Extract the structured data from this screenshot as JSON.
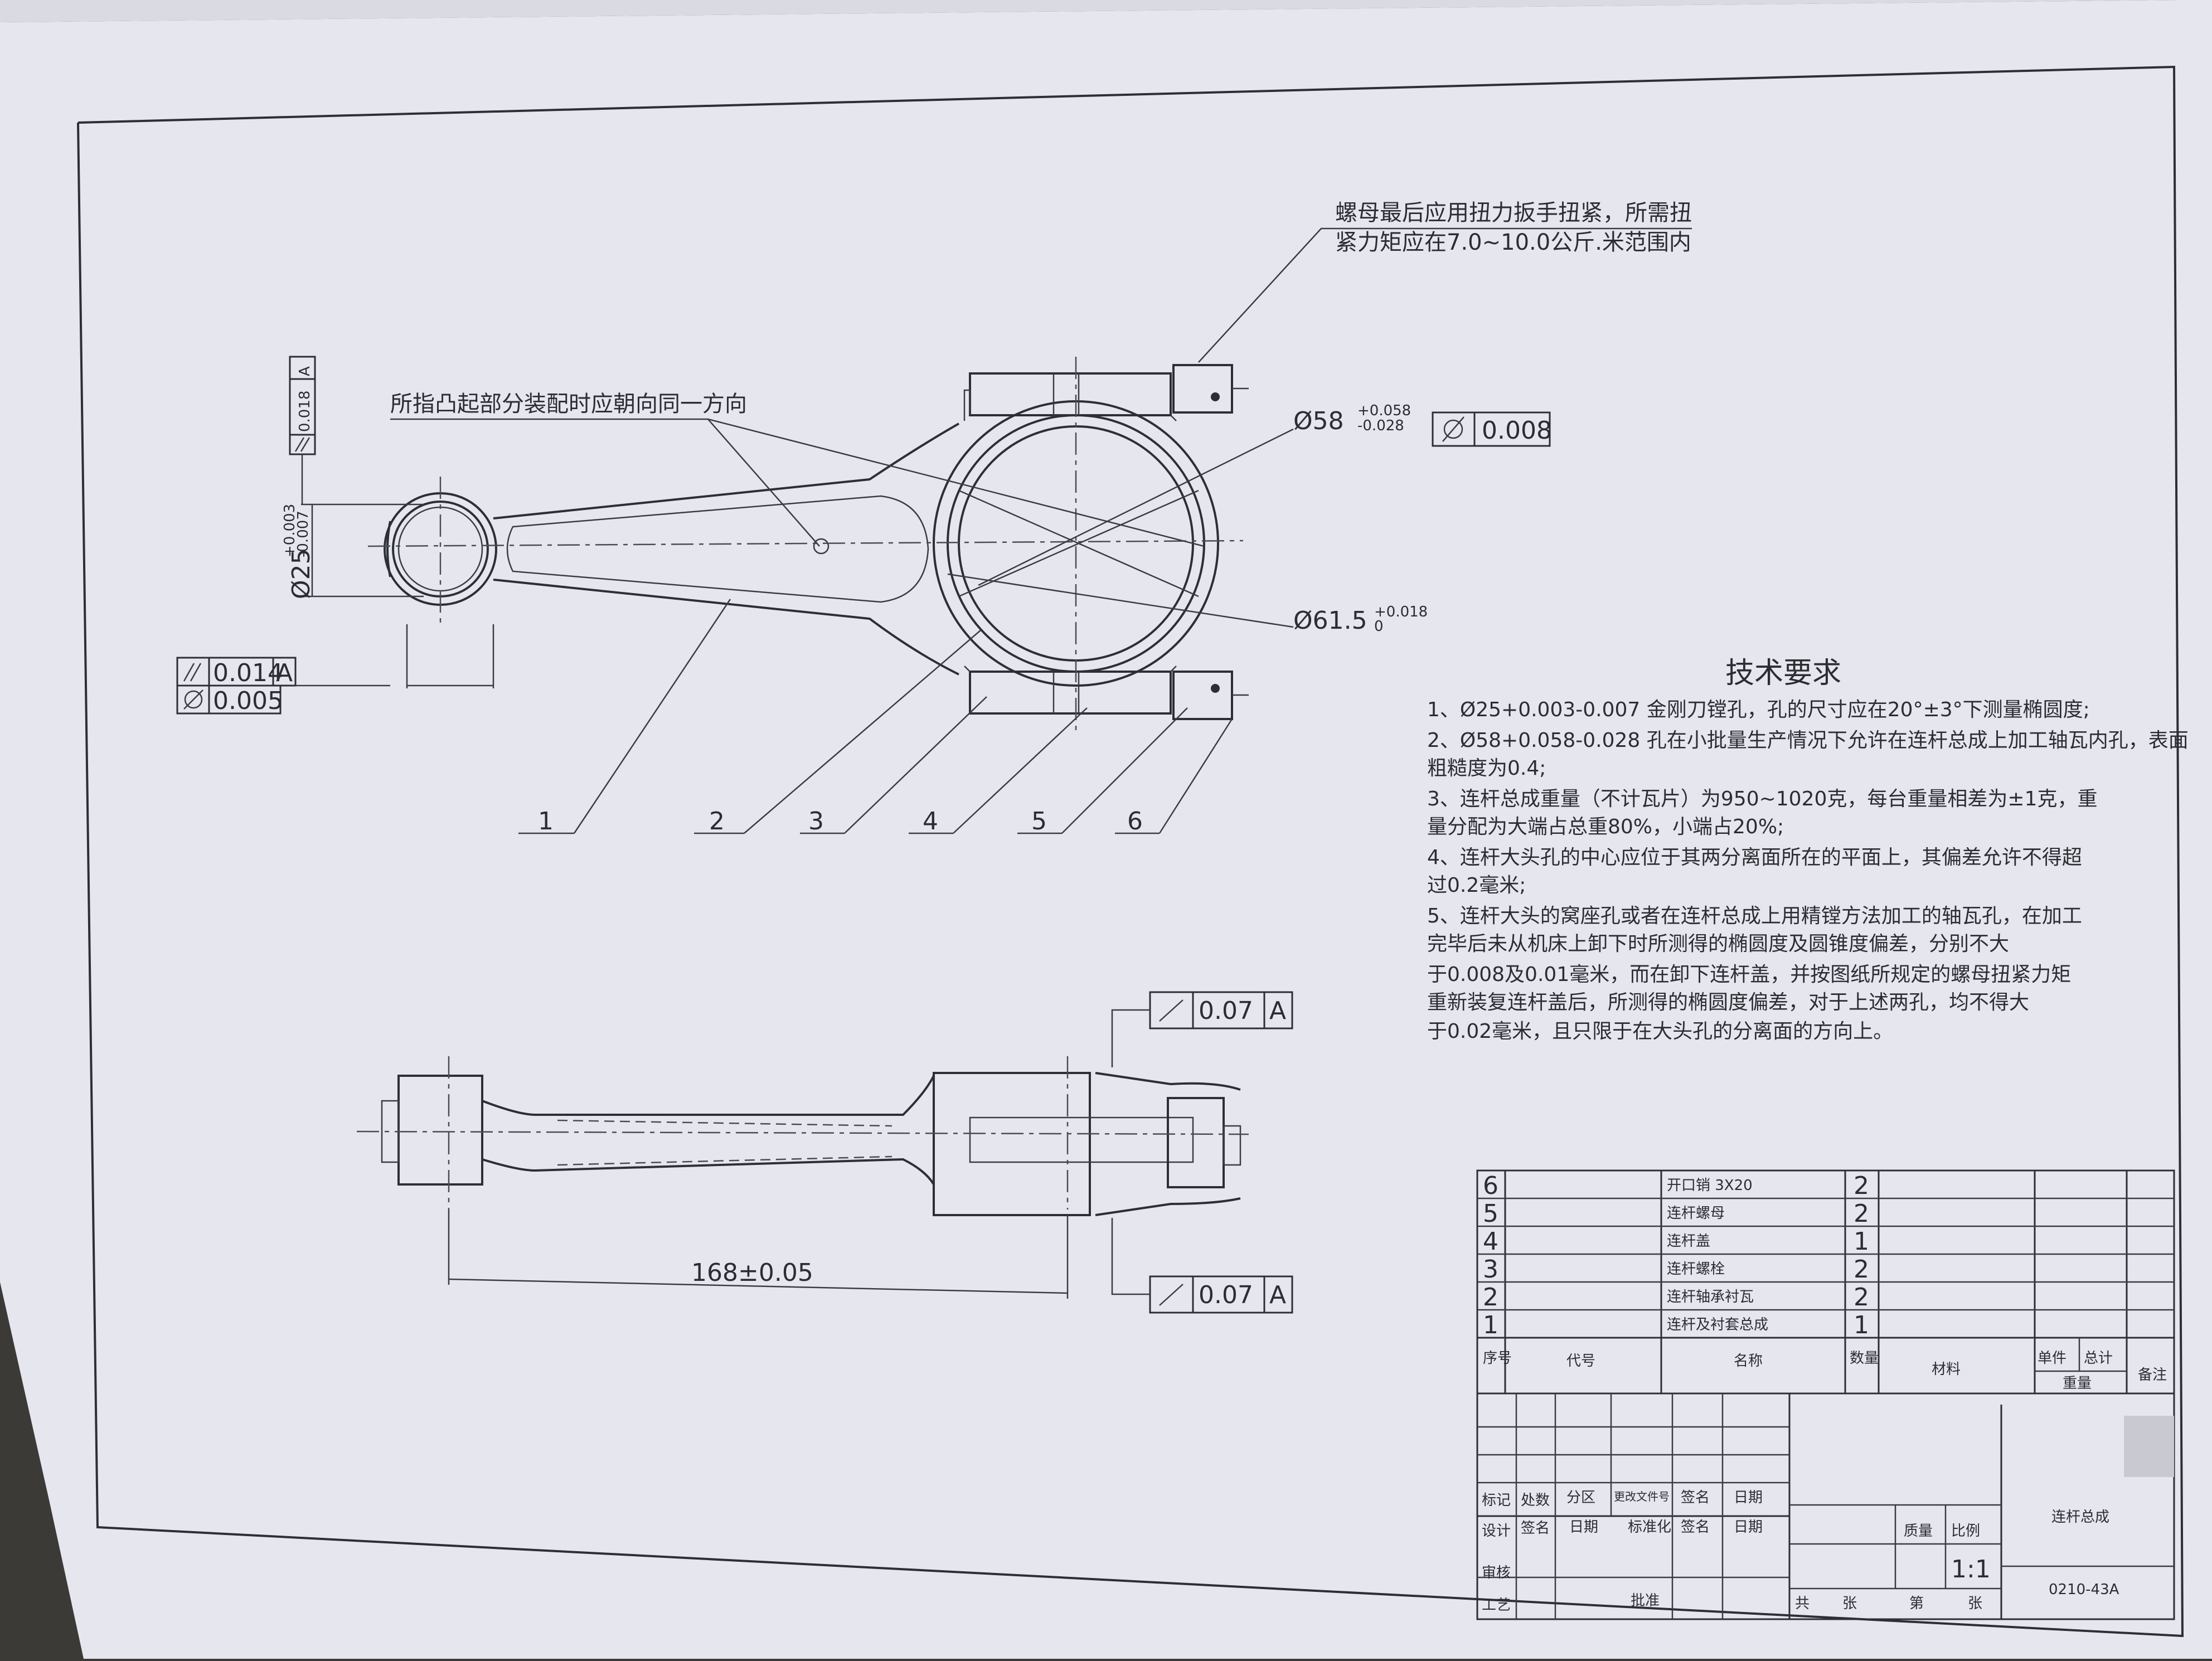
{
  "notes": {
    "nut_torque_line1": "螺母最后应用扭力扳手扭紧，所需扭",
    "nut_torque_line2": "紧力矩应在7.0~10.0公斤.米范围内",
    "protrusion": "所指凸起部分装配时应朝向同一方向"
  },
  "dimensions": {
    "big_bore": "Ø58",
    "big_bore_upper": "+0.058",
    "big_bore_lower": "-0.028",
    "big_bore_tol": "0.008",
    "outer_bore": "Ø61.5",
    "outer_bore_upper": "+0.018",
    "outer_bore_lower": "0",
    "small_bore": "Ø25",
    "small_bore_upper": "+0.003",
    "small_bore_lower": "-0.007",
    "small_parallel": "0.018",
    "datum": "A",
    "fcf_parallel": "0.014",
    "fcf_cyl": "0.005",
    "runout_top": "0.07",
    "runout_bottom": "0.07",
    "center_distance": "168±0.05"
  },
  "balloons": [
    "1",
    "2",
    "3",
    "4",
    "5",
    "6"
  ],
  "requirements": {
    "title": "技术要求",
    "items": [
      "1、Ø25+0.003-0.007 金刚刀镗孔，孔的尺寸应在20°±3°下测量椭圆度;",
      "2、Ø58+0.058-0.028 孔在小批量生产情况下允许在连杆总成上加工轴瓦内孔，表面",
      "    粗糙度为0.4;",
      "3、连杆总成重量（不计瓦片）为950~1020克，每台重量相差为±1克，重",
      "    量分配为大端占总重80%，小端占20%;",
      "4、连杆大头孔的中心应位于其两分离面所在的平面上，其偏差允许不得超",
      "    过0.2毫米;",
      "5、连杆大头的窝座孔或者在连杆总成上用精镗方法加工的轴瓦孔，在加工",
      "    完毕后未从机床上卸下时所测得的椭圆度及圆锥度偏差，分别不大",
      "    于0.008及0.01毫米，而在卸下连杆盖，并按图纸所规定的螺母扭紧力矩",
      "    重新装复连杆盖后，所测得的椭圆度偏差，对于上述两孔，均不得大",
      "    于0.02毫米，且只限于在大头孔的分离面的方向上。"
    ]
  },
  "bom": {
    "rows": [
      {
        "no": "6",
        "name": "开口销 3X20",
        "qty": "2"
      },
      {
        "no": "5",
        "name": "连杆螺母",
        "qty": "2"
      },
      {
        "no": "4",
        "name": "连杆盖",
        "qty": "1"
      },
      {
        "no": "3",
        "name": "连杆螺栓",
        "qty": "2"
      },
      {
        "no": "2",
        "name": "连杆轴承衬瓦",
        "qty": "2"
      },
      {
        "no": "1",
        "name": "连杆及衬套总成",
        "qty": "1"
      }
    ],
    "headers": {
      "no": "序号",
      "code": "代号",
      "name": "名称",
      "qty": "数量",
      "material": "材料",
      "unit_weight": "单件",
      "total_weight": "总计",
      "weight": "重量",
      "remark": "备注"
    }
  },
  "title_block": {
    "mark": "标记",
    "count": "处数",
    "zone": "分区",
    "change_doc": "更改文件号",
    "sign": "签名",
    "date": "日期",
    "design": "设计",
    "sign2": "签名",
    "date2": "日期",
    "standard": "标准化",
    "sign3": "签名",
    "date3": "日期",
    "mass": "质量",
    "scale": "比例",
    "scale_value": "1:1",
    "review": "审核",
    "process": "工艺",
    "approve": "批准",
    "total_sheets": "共",
    "sheets": "张",
    "sheet_no": "第",
    "sheets2": "张",
    "part_name": "连杆总成",
    "drawing_no": "0210-43A"
  },
  "colors": {
    "paper": "#e6e7ee",
    "ink": "#2d2f36",
    "background": "#3b3a36"
  }
}
